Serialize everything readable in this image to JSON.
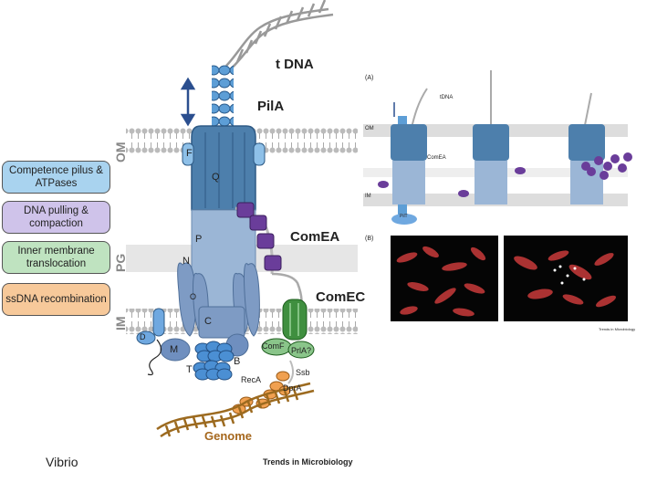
{
  "legend": [
    {
      "label": "Competence pilus & ATPases",
      "color": "#a9d3ef"
    },
    {
      "label": "DNA pulling & compaction",
      "color": "#cfc3ea"
    },
    {
      "label": "Inner membrane translocation",
      "color": "#bfe3c0"
    },
    {
      "label": "ssDNA recombination",
      "color": "#f7c99a"
    }
  ],
  "membranes": {
    "om": "OM",
    "pg": "PG",
    "im": "IM"
  },
  "main_labels": {
    "tdna": "t DNA",
    "pila": "PilA",
    "comea": "ComEA",
    "comec": "ComEC",
    "genome": "Genome"
  },
  "small_labels": {
    "f": "F",
    "q": "Q",
    "p": "P",
    "n": "N",
    "o": "O",
    "c": "C",
    "m": "M",
    "b": "B",
    "t": "T",
    "d": "D",
    "comf": "ComF",
    "prla": "PrlA?",
    "ssb": "Ssb",
    "reca": "RecA",
    "dpra": "DprA"
  },
  "inset": {
    "panel_a": "(A)",
    "panel_b": "(B)",
    "tdna": "tDNA",
    "comea": "ComEA",
    "om": "OM",
    "im": "IM",
    "pilt": "PilT",
    "credit": "Trends in Microbiology"
  },
  "credit": "Trends in Microbiology",
  "caption": "Vibrio"
}
